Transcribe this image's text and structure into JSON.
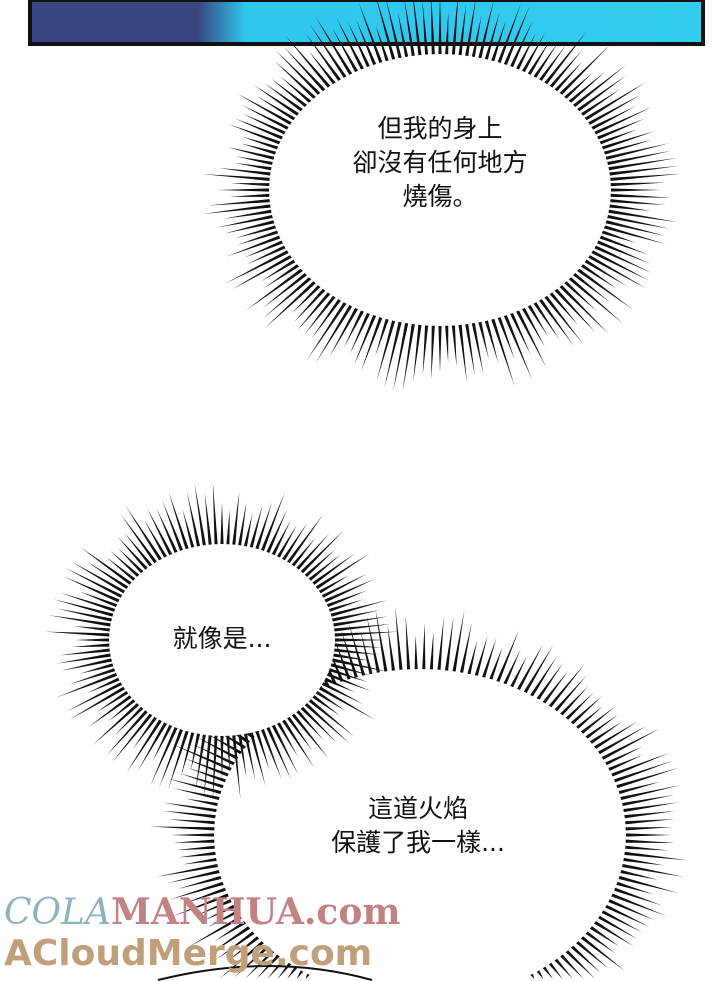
{
  "bubbles": [
    {
      "text": "但我的身上\n卻沒有任何地方\n燒傷。"
    },
    {
      "text": "就像是..."
    },
    {
      "text": "這道火焰\n保護了我一樣..."
    }
  ],
  "watermark": {
    "line1_a": "COLA",
    "line1_b": "MANHUA.com",
    "line2": "ACloudMerge.com"
  },
  "colors": {
    "panel_blue": "#2fc6ef",
    "panel_dark": "#3a4680",
    "ink": "#111111"
  }
}
